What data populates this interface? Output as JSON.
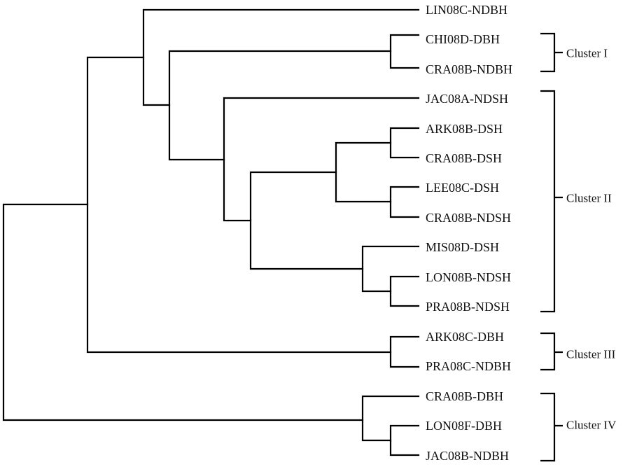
{
  "leaves": [
    "LIN08C-NDBH",
    "CHI08D-DBH",
    "CRA08B-NDBH",
    "JAC08A-NDSH",
    "ARK08B-DSH",
    "CRA08B-DSH",
    "LEE08C-DSH",
    "CRA08B-NDSH",
    "MIS08D-DSH",
    "LON08B-NDSH",
    "PRA08B-NDSH",
    "ARK08C-DBH",
    "PRA08C-NDBH",
    "CRA08B-DBH",
    "LON08F-DBH",
    "JAC08B-NDBH"
  ],
  "clusters": [
    {
      "label": "Cluster I"
    },
    {
      "label": "Cluster II"
    },
    {
      "label": "Cluster III"
    },
    {
      "label": "Cluster IV"
    }
  ],
  "colors": {
    "line": "#000000",
    "text": "#111111",
    "background": "#ffffff"
  }
}
